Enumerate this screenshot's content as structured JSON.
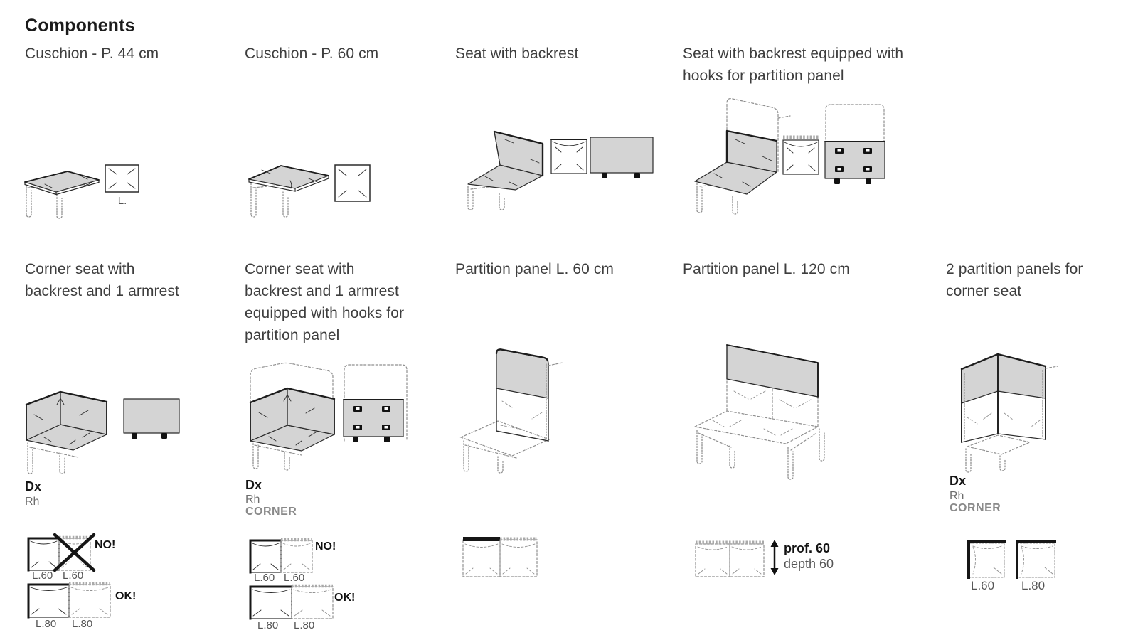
{
  "page": {
    "title": "Components"
  },
  "palette": {
    "component_fill": "#d4d4d4",
    "outline": "#2b2b2b",
    "dashed": "#8f8f8f",
    "accent_black": "#141414"
  },
  "sections": {
    "cushion44": {
      "title": "Cuschion - P. 44 cm",
      "width_label": "L."
    },
    "cushion60": {
      "title": "Cuschion - P. 60 cm"
    },
    "seat_backrest": {
      "title": "Seat with backrest"
    },
    "seat_backrest_hooks": {
      "title": "Seat with backrest equipped with\nhooks for partition panel"
    },
    "corner_seat": {
      "title": "Corner seat with\nbackrest and 1 armrest",
      "side_code": "Dx",
      "side_word": "Rh",
      "rule_no": {
        "verdict": "NO!",
        "sizes": [
          "L.60",
          "L.60"
        ]
      },
      "rule_ok": {
        "verdict": "OK!",
        "sizes": [
          "L.80",
          "L.80"
        ]
      }
    },
    "corner_seat_hooks": {
      "title": "Corner seat with\nbackrest and 1 armrest\nequipped with hooks for\npartition panel",
      "side_code": "Dx",
      "side_word": "Rh",
      "corner_tag": "CORNER",
      "rule_no": {
        "verdict": "NO!",
        "sizes": [
          "L.60",
          "L.60"
        ]
      },
      "rule_ok": {
        "verdict": "OK!",
        "sizes": [
          "L.80",
          "L.80"
        ]
      }
    },
    "panel60": {
      "title": "Partition panel L. 60 cm"
    },
    "panel120": {
      "title": "Partition panel L. 120 cm",
      "depth_primary": "prof. 60",
      "depth_secondary": "depth 60"
    },
    "corner_panels": {
      "title": "2 partition panels for\ncorner seat",
      "side_code": "Dx",
      "side_word": "Rh",
      "corner_tag": "CORNER",
      "sizes": [
        "L.60",
        "L.80"
      ]
    }
  }
}
